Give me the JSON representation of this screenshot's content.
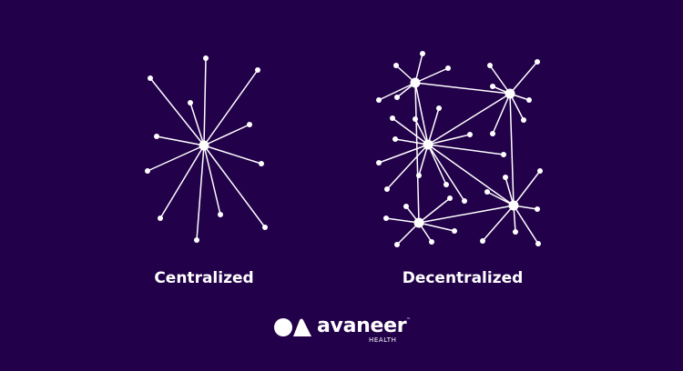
{
  "colors": {
    "background": "#22004a",
    "foreground": "#ffffff"
  },
  "diagram": {
    "centralized": {
      "label": "Centralized"
    },
    "decentralized": {
      "label": "Decentralized"
    }
  },
  "brand": {
    "name": "avaneer",
    "subtitle": "HEALTH",
    "trademark": "™",
    "icon": "avaneer-logo-icon"
  }
}
